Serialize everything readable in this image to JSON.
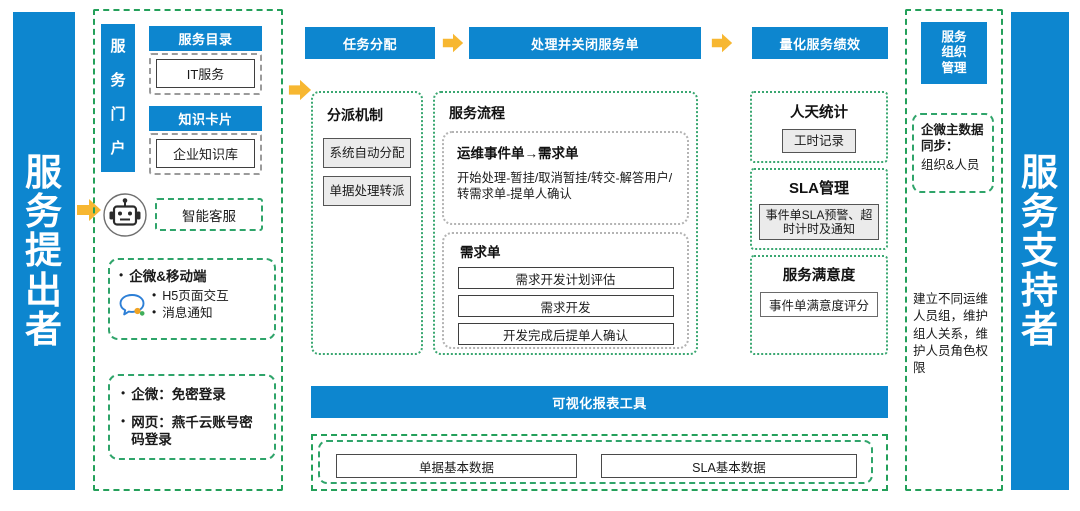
{
  "colors": {
    "brand_blue": "#0d86cf",
    "green_dash": "#2fa46a",
    "arrow_yellow": "#f7b731",
    "chip_gray": "#ebebeb"
  },
  "left_pillar": {
    "label": "服务提出者",
    "chars": [
      "服",
      "务",
      "提",
      "出",
      "者"
    ]
  },
  "right_pillar": {
    "label": "服务支持者",
    "chars": [
      "服",
      "务",
      "支",
      "持",
      "者"
    ]
  },
  "service_portal": {
    "vertical_label": "服务门户",
    "vertical_chars": [
      "服",
      "务",
      "门",
      "户"
    ],
    "groups": [
      {
        "header": "服务目录",
        "item": "IT服务"
      },
      {
        "header": "知识卡片",
        "item": "企业知识库"
      }
    ],
    "bot": {
      "icon": "robot-icon",
      "label": "智能客服"
    },
    "mobile": {
      "icon": "chat-bubble-icon",
      "title": "企微&移动端",
      "items": [
        "H5页面交互",
        "消息通知"
      ]
    },
    "login": {
      "items": [
        "企微：免密登录",
        "网页：燕千云账号密码登录"
      ]
    }
  },
  "flow": {
    "arrow_icon": "right-arrow-icon",
    "stages": [
      {
        "title": "任务分配"
      },
      {
        "title": "处理并关闭服务单"
      },
      {
        "title": "量化服务绩效"
      }
    ]
  },
  "assignment": {
    "title": "分派机制",
    "chips": [
      "系统自动分配",
      "单据处理转派"
    ]
  },
  "service_process": {
    "title": "服务流程",
    "incident": {
      "title": "运维事件单→需求单",
      "text": "开始处理-暂挂/取消暂挂/转交-解答用户/转需求单-提单人确认"
    },
    "demand": {
      "title": "需求单",
      "steps": [
        "需求开发计划评估",
        "需求开发",
        "开发完成后提单人确认"
      ]
    }
  },
  "performance": {
    "cards": [
      {
        "title": "人天统计",
        "chip": "工时记录"
      },
      {
        "title": "SLA管理",
        "chip": "事件单SLA预警、超时计时及通知"
      },
      {
        "title": "服务满意度",
        "chip": "事件单满意度评分"
      }
    ]
  },
  "org": {
    "header": "服务组织管理",
    "header_lines": [
      "服务",
      "组织",
      "管理"
    ],
    "sync_title": "企微主数据同步：",
    "sync_body": "组织&人员",
    "note": "建立不同运维人员组，维护组人关系，维护人员角色权限"
  },
  "report": {
    "header": "可视化报表工具",
    "datasets": [
      "单据基本数据",
      "SLA基本数据"
    ]
  }
}
